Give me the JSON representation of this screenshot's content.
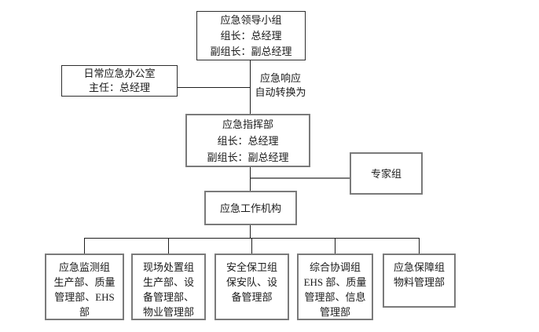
{
  "colors": {
    "background": "#ffffff",
    "text": "#1a1a1a",
    "thin_border": "#2e2e2e",
    "thick_border": "#7a7a7a",
    "connector": "#1f1f1f"
  },
  "chart_data": {
    "type": "org-chart",
    "hierarchy": "应急领导小组 → 应急指挥部 → 应急工作机构 → 5个工作小组; 日常应急办公室挂靠领导小组; 专家组挂靠指挥部"
  },
  "nodes": {
    "leadership": {
      "lines": [
        "应急领导小组",
        "组长：总经理",
        "副组长：副总经理"
      ]
    },
    "daily_office": {
      "lines": [
        "日常应急办公室",
        "主任：总经理"
      ]
    },
    "transition_note": {
      "lines": [
        "应急响应",
        "自动转换为"
      ]
    },
    "command": {
      "lines": [
        "应急指挥部",
        "组长：总经理",
        "副组长：副总经理"
      ]
    },
    "expert_group": {
      "lines": [
        "专家组"
      ]
    },
    "work_body": {
      "lines": [
        "应急工作机构"
      ]
    },
    "teams": [
      {
        "id": "monitoring",
        "lines": [
          "应急监测组",
          "生产部、质量",
          "管理部、EHS",
          "部"
        ]
      },
      {
        "id": "onsite",
        "lines": [
          "现场处置组",
          "生产部、设",
          "备管理部、",
          "物业管理部"
        ]
      },
      {
        "id": "security",
        "lines": [
          "安全保卫组",
          "保安队、设",
          "备管理部"
        ]
      },
      {
        "id": "coordination",
        "lines": [
          "综合协调组",
          "EHS 部、质量",
          "管理部、信息",
          "管理部"
        ]
      },
      {
        "id": "support",
        "lines": [
          "应急保障组",
          "物料管理部"
        ]
      }
    ]
  }
}
